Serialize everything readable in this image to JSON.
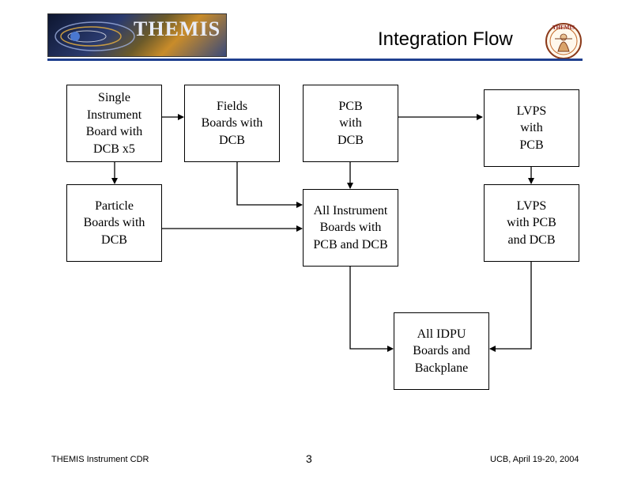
{
  "header": {
    "title": "Integration  Flow",
    "logo_text": "THEMIS",
    "mascot_text": "THEMIS"
  },
  "boxes": {
    "single_instrument": "Single\nInstrument\nBoard with\nDCB x5",
    "fields": "Fields\nBoards with\nDCB",
    "pcb": "PCB\nwith\nDCB",
    "lvps": "LVPS\nwith\nPCB",
    "particle": "Particle\nBoards with\nDCB",
    "all_instrument": "All Instrument\nBoards with\nPCB and DCB",
    "lvps_pcb_dcb": "LVPS\nwith PCB\nand DCB",
    "all_idpu": "All IDPU\nBoards and\nBackplane"
  },
  "footer": {
    "left": "THEMIS Instrument CDR",
    "page": "3",
    "right": "UCB, April 19-20, 2004"
  },
  "colors": {
    "rule": "#1f3f8f"
  }
}
